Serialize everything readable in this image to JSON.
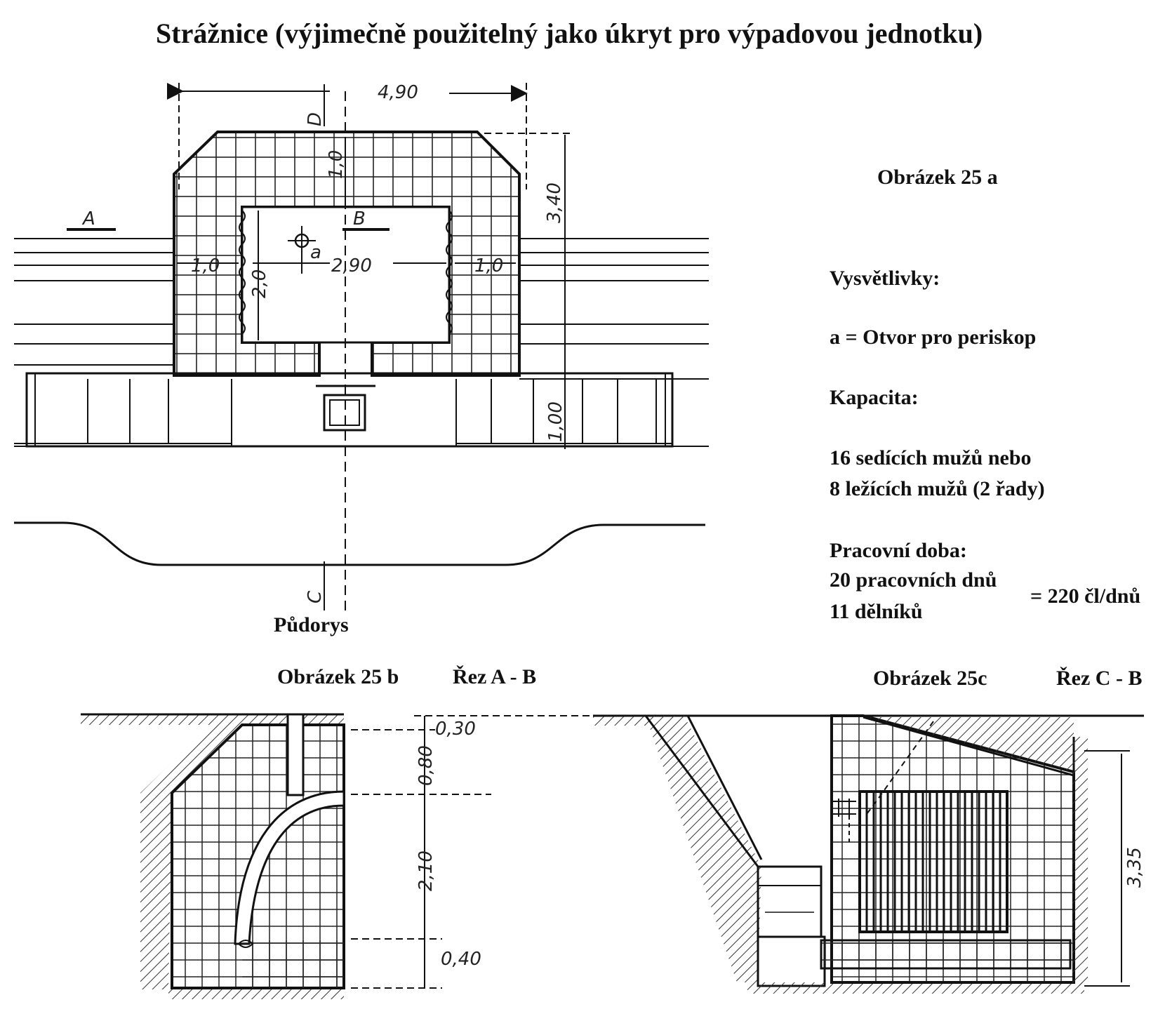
{
  "title": "Strážnice (výjimečně použitelný jako úkryt pro výpadovou jednotku)",
  "figure_a": {
    "caption": "Obrázek 25 a",
    "legend_heading": "Vysvětlivky:",
    "legend_a": "a = Otvor pro periskop",
    "capacity_heading": "Kapacita:",
    "capacity_line1": "16 sedících mužů nebo",
    "capacity_line2": "8 ležících mužů (2 řady)",
    "work_heading": "Pracovní doba:",
    "work_line1": "20 pracovních dnů",
    "work_line2": "11 dělníků",
    "work_total": "= 220 čl/dnů",
    "plan_label": "Půdorys",
    "dims": {
      "width_total": "4,90",
      "height_right": "3,40",
      "wall_top": "1,0",
      "wall_left": "1,0",
      "inner_width": "2,90",
      "wall_right": "1,0",
      "inner_depth": "2,0",
      "trench": "1,00"
    },
    "markers": {
      "A": "A",
      "B": "B",
      "C": "C",
      "D": "D",
      "a": "a"
    }
  },
  "figure_b": {
    "caption": "Obrázek 25 b",
    "section": "Řez A - B",
    "dims": {
      "d1": "0,30",
      "d2": "0,80",
      "d3": "2,10",
      "d4": "0,40"
    }
  },
  "figure_c": {
    "caption": "Obrázek 25c",
    "section": "Řez C - B",
    "dims": {
      "height": "3,35"
    }
  }
}
